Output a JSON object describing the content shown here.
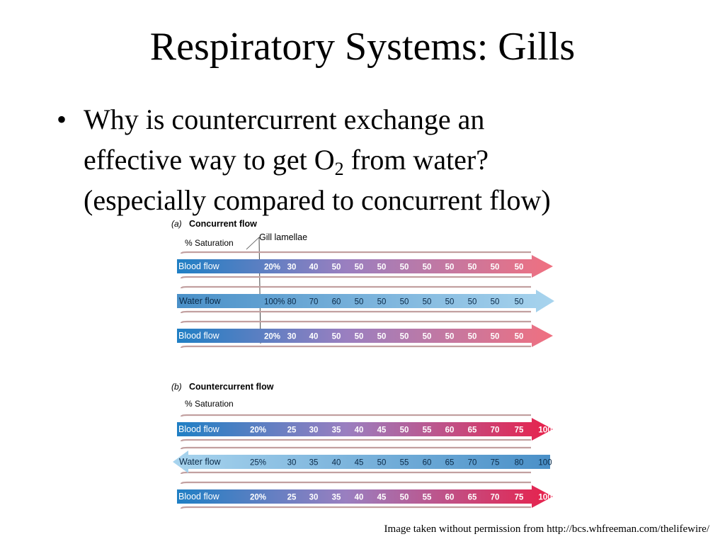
{
  "slide": {
    "title": "Respiratory Systems:  Gills",
    "bullet": {
      "line1": "Why is countercurrent exchange an",
      "line2_before": "effective way to get O",
      "line2_sub": "2",
      "line2_after": " from water?",
      "line3": "(especially compared to concurrent flow)"
    },
    "credit": "Image taken without permission from http://bcs.whfreeman.com/thelifewire/"
  },
  "figure": {
    "panel_a": {
      "letter": "(a)",
      "title": "Concurrent flow",
      "saturation_label": "% Saturation",
      "callout": "Gill lamellae",
      "rows": [
        {
          "label": "Blood flow",
          "kind": "blood",
          "direction": "right",
          "values": [
            "20%",
            "30",
            "40",
            "50",
            "50",
            "50",
            "50",
            "50",
            "50",
            "50",
            "50",
            "50"
          ]
        },
        {
          "label": "Water flow",
          "kind": "water",
          "direction": "right",
          "values": [
            "100%",
            "80",
            "70",
            "60",
            "50",
            "50",
            "50",
            "50",
            "50",
            "50",
            "50",
            "50"
          ]
        },
        {
          "label": "Blood flow",
          "kind": "blood",
          "direction": "right",
          "values": [
            "20%",
            "30",
            "40",
            "50",
            "50",
            "50",
            "50",
            "50",
            "50",
            "50",
            "50",
            "50"
          ]
        }
      ]
    },
    "panel_b": {
      "letter": "(b)",
      "title": "Countercurrent flow",
      "saturation_label": "% Saturation",
      "rows": [
        {
          "label": "Blood flow",
          "kind": "blood",
          "direction": "right",
          "values": [
            "20%",
            "25",
            "30",
            "35",
            "40",
            "45",
            "50",
            "55",
            "60",
            "65",
            "70",
            "75",
            "100"
          ]
        },
        {
          "label": "Water flow",
          "kind": "water",
          "direction": "left",
          "values": [
            "25%",
            "30",
            "35",
            "40",
            "45",
            "50",
            "55",
            "60",
            "65",
            "70",
            "75",
            "80",
            "100"
          ]
        },
        {
          "label": "Blood flow",
          "kind": "blood",
          "direction": "right",
          "values": [
            "20%",
            "25",
            "30",
            "35",
            "40",
            "45",
            "50",
            "55",
            "60",
            "65",
            "70",
            "75",
            "100"
          ]
        }
      ]
    },
    "colors": {
      "blood_start": "#1f7fc4",
      "blood_mid": "#9a7fc0",
      "blood_end_a": "#f07080",
      "blood_end_b": "#e8204a",
      "water_start": "#4a90c8",
      "water_end": "#a8d4ee",
      "lamella": "#c2a0a0"
    }
  }
}
